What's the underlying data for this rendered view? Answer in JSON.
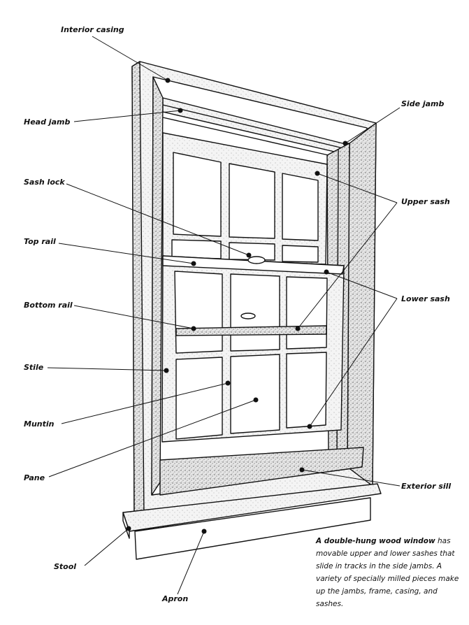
{
  "labels": {
    "interior_casing": "Interior casing",
    "head_jamb": "Head jamb",
    "sash_lock": "Sash lock",
    "top_rail": "Top rail",
    "bottom_rail": "Bottom rail",
    "stile": "Stile",
    "muntin": "Muntin",
    "pane": "Pane",
    "stool": "Stool",
    "apron": "Apron",
    "side_jamb": "Side jamb",
    "upper_sash": "Upper sash",
    "lower_sash": "Lower sash",
    "exterior_sill": "Exterior sill"
  },
  "caption": {
    "bold": "A double-hung wood window",
    "rest": " has movable upper and lower sashes that slide in tracks in the side jambs. A variety of specially milled pieces make up the jambs, frame, casing, and sashes."
  },
  "colors": {
    "ink": "#111111",
    "stipple": "#8a8a8a",
    "paper": "#ffffff"
  }
}
